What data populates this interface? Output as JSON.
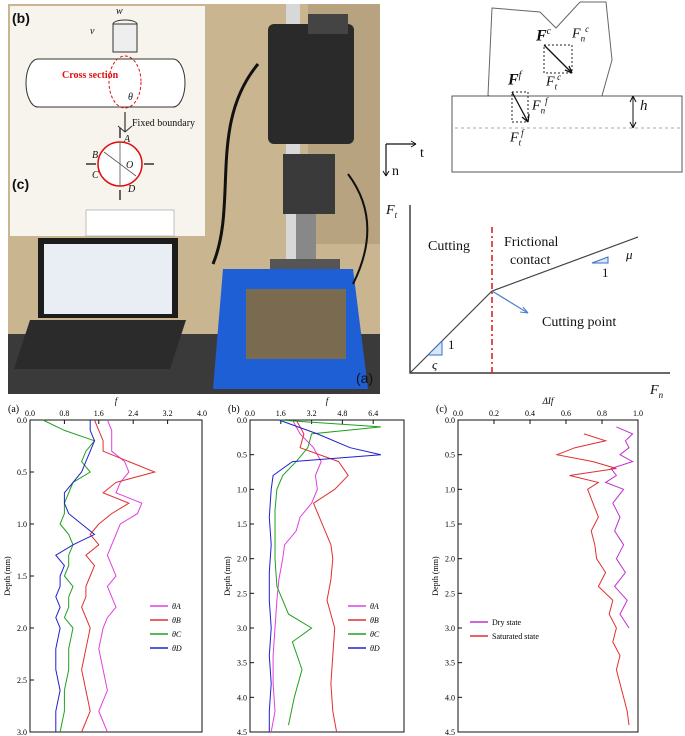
{
  "photo": {
    "panel_b_label": "(b)",
    "panel_c_label": "(c)",
    "panel_a_label": "(a)",
    "sketch": {
      "w": "w",
      "v": "v",
      "cross_section": "Cross section",
      "theta": "θ",
      "fixed_boundary": "Fixed boundary",
      "A": "A",
      "B": "B",
      "C": "C",
      "D": "D",
      "O": "O"
    }
  },
  "diagram": {
    "Fc": "F",
    "Fc_sup": "c",
    "Fnc": "F",
    "Fnc_sub": "n",
    "Fnc_sup": "c",
    "Ftc": "F",
    "Ftc_sub": "t",
    "Ftc_sup": "c",
    "Ff": "F",
    "Ff_sup": "f",
    "Fnf": "F",
    "Fnf_sub": "n",
    "Fnf_sup": "f",
    "Ftf": "F",
    "Ftf_sub": "t",
    "Ftf_sup": "f",
    "h": "h",
    "t_axis": "t",
    "n_axis": "n"
  },
  "force_plot": {
    "ylabel": "F",
    "ylabel_sub": "t",
    "xlabel": "F",
    "xlabel_sub": "n",
    "cutting": "Cutting",
    "frictional_1": "Frictional",
    "frictional_2": "contact",
    "cutting_point": "Cutting point",
    "mu": "μ",
    "one_a": "1",
    "one_b": "1",
    "varsigma": "ς",
    "panel_label": "(a)"
  },
  "chart_data": [
    {
      "panel": "(a)",
      "type": "line",
      "xlabel": "f",
      "ylabel": "Depth (mm)",
      "xlim": [
        0,
        4.0
      ],
      "ylim": [
        0,
        3.0
      ],
      "xticks": [
        "0.0",
        "0.8",
        "1.6",
        "2.4",
        "3.2",
        "4.0"
      ],
      "yticks": [
        "0.0",
        "0.5",
        "1.0",
        "1.5",
        "2.0",
        "2.5",
        "3.0"
      ],
      "series": [
        {
          "name": "θA",
          "color": "#e040e0",
          "depth": [
            0,
            0.1,
            0.2,
            0.3,
            0.4,
            0.5,
            0.6,
            0.7,
            0.8,
            0.9,
            1.0,
            1.1,
            1.2,
            1.3,
            1.4,
            1.5,
            1.6,
            1.7,
            1.8,
            1.9,
            2.0,
            2.2,
            2.4,
            2.6,
            2.8,
            3.0
          ],
          "values": [
            1.8,
            1.9,
            1.9,
            1.9,
            2.2,
            2.3,
            2.1,
            2.0,
            2.6,
            2.5,
            2.1,
            2.0,
            1.9,
            1.8,
            1.9,
            2.0,
            1.8,
            1.9,
            2.0,
            1.8,
            1.7,
            1.6,
            1.7,
            1.8,
            1.6,
            1.8
          ]
        },
        {
          "name": "θB",
          "color": "#e03030",
          "depth": [
            0,
            0.1,
            0.2,
            0.3,
            0.4,
            0.5,
            0.6,
            0.7,
            0.8,
            0.9,
            1.0,
            1.1,
            1.2,
            1.3,
            1.4,
            1.5,
            1.6,
            1.7,
            1.8,
            1.9,
            2.0,
            2.2,
            2.4,
            2.6,
            2.8,
            3.0
          ],
          "values": [
            1.5,
            1.6,
            1.7,
            1.7,
            2.3,
            2.9,
            2.0,
            1.7,
            2.3,
            1.9,
            1.6,
            1.4,
            1.6,
            1.3,
            1.5,
            1.4,
            1.3,
            1.3,
            1.2,
            1.3,
            1.4,
            1.3,
            1.2,
            1.3,
            1.4,
            1.2
          ]
        },
        {
          "name": "θC",
          "color": "#20a020",
          "depth": [
            0,
            0.1,
            0.2,
            0.3,
            0.4,
            0.5,
            0.6,
            0.7,
            0.8,
            0.9,
            1.0,
            1.1,
            1.2,
            1.3,
            1.4,
            1.5,
            1.6,
            1.7,
            1.8,
            1.9,
            2.0,
            2.2,
            2.4,
            2.6,
            2.8,
            3.0
          ],
          "values": [
            0.3,
            0.8,
            1.5,
            1.3,
            1.2,
            1.4,
            1.0,
            0.9,
            0.8,
            0.8,
            0.7,
            0.9,
            1.0,
            0.9,
            0.9,
            0.8,
            1.0,
            0.9,
            0.9,
            0.8,
            1.0,
            0.9,
            0.9,
            0.8,
            0.8,
            0.7
          ]
        },
        {
          "name": "θD",
          "color": "#2020d0",
          "depth": [
            0,
            0.1,
            0.2,
            0.3,
            0.4,
            0.5,
            0.6,
            0.7,
            0.8,
            0.9,
            1.0,
            1.1,
            1.2,
            1.3,
            1.4,
            1.5,
            1.6,
            1.7,
            1.8,
            1.9,
            2.0,
            2.2,
            2.4,
            2.6,
            2.8,
            3.0
          ],
          "values": [
            1.4,
            1.4,
            1.5,
            1.4,
            1.3,
            1.2,
            1.0,
            0.8,
            0.8,
            0.9,
            1.2,
            1.5,
            1.0,
            0.6,
            0.8,
            0.7,
            0.7,
            0.6,
            0.7,
            0.6,
            0.7,
            0.6,
            0.6,
            0.7,
            0.6,
            0.6
          ]
        }
      ]
    },
    {
      "panel": "(b)",
      "type": "line",
      "xlabel": "f",
      "ylabel": "Depth (mm)",
      "xlim": [
        0,
        8.0
      ],
      "ylim": [
        0,
        4.5
      ],
      "xticks": [
        "0.0",
        "1.6",
        "3.2",
        "4.8",
        "6.4"
      ],
      "yticks": [
        "0.0",
        "0.5",
        "1.0",
        "1.5",
        "2.0",
        "2.5",
        "3.0",
        "3.5",
        "4.0",
        "4.5"
      ],
      "series": [
        {
          "name": "θA",
          "color": "#e040e0",
          "depth": [
            0,
            0.2,
            0.4,
            0.6,
            0.8,
            1.0,
            1.2,
            1.4,
            1.6,
            1.8,
            2.0,
            2.3,
            2.6,
            3.0,
            3.4,
            3.8,
            4.2,
            4.5
          ],
          "values": [
            2.2,
            2.6,
            3.3,
            3.7,
            3.4,
            3.5,
            3.2,
            2.6,
            2.4,
            1.8,
            1.7,
            1.5,
            1.4,
            1.3,
            1.2,
            1.2,
            1.3,
            1.1
          ]
        },
        {
          "name": "θB",
          "color": "#e03030",
          "depth": [
            0,
            0.2,
            0.4,
            0.6,
            0.8,
            1.0,
            1.2,
            1.4,
            1.6,
            1.8,
            2.0,
            2.3,
            2.6,
            3.0,
            3.4,
            3.8,
            4.2,
            4.5
          ],
          "values": [
            2.4,
            2.8,
            2.6,
            4.6,
            5.1,
            4.4,
            3.3,
            3.6,
            3.9,
            4.2,
            4.3,
            4.2,
            4.0,
            4.4,
            4.3,
            4.2,
            4.3,
            4.5
          ]
        },
        {
          "name": "θC",
          "color": "#20a020",
          "depth": [
            0,
            0.1,
            0.2,
            0.4,
            0.6,
            0.8,
            1.0,
            1.3,
            1.6,
            2.0,
            2.4,
            2.8,
            3.0,
            3.2,
            3.6,
            4.0,
            4.4
          ],
          "values": [
            1.5,
            6.8,
            3.2,
            3.0,
            2.4,
            1.7,
            1.4,
            1.3,
            1.3,
            1.3,
            1.4,
            2.0,
            3.2,
            2.2,
            2.7,
            2.3,
            2.0
          ]
        },
        {
          "name": "θD",
          "color": "#2020d0",
          "depth": [
            0,
            0.2,
            0.4,
            0.5,
            0.6,
            0.8,
            1.0,
            1.4,
            1.8,
            2.2,
            2.6,
            3.0,
            3.4,
            3.8,
            4.2,
            4.5
          ],
          "values": [
            1.5,
            3.5,
            5.2,
            6.8,
            2.2,
            1.2,
            1.1,
            1.0,
            1.1,
            1.0,
            1.0,
            1.1,
            1.0,
            1.1,
            1.0,
            1.0
          ]
        }
      ]
    },
    {
      "panel": "(c)",
      "type": "line",
      "xlabel": "ΔI",
      "xlabel_sub": "f",
      "ylabel": "Depth (mm)",
      "xlim": [
        0,
        1.0
      ],
      "ylim": [
        0,
        4.5
      ],
      "xticks": [
        "0.0",
        "0.2",
        "0.4",
        "0.6",
        "0.8",
        "1.0"
      ],
      "yticks": [
        "0.0",
        "0.5",
        "1.0",
        "1.5",
        "2.0",
        "2.5",
        "3.0",
        "3.5",
        "4.0",
        "4.5"
      ],
      "series": [
        {
          "name": "Dry state",
          "color": "#c030d0",
          "depth": [
            0.1,
            0.2,
            0.3,
            0.4,
            0.5,
            0.6,
            0.7,
            0.8,
            0.9,
            1.0,
            1.2,
            1.4,
            1.6,
            1.8,
            2.0,
            2.2,
            2.4,
            2.6,
            2.8,
            3.0
          ],
          "values": [
            0.88,
            0.97,
            0.93,
            0.95,
            0.9,
            0.97,
            0.85,
            0.88,
            0.82,
            0.92,
            0.86,
            0.9,
            0.87,
            0.92,
            0.88,
            0.93,
            0.87,
            0.94,
            0.9,
            0.95
          ]
        },
        {
          "name": "Saturated state",
          "color": "#e03030",
          "depth": [
            0.2,
            0.3,
            0.4,
            0.5,
            0.6,
            0.7,
            0.8,
            0.9,
            1.0,
            1.2,
            1.4,
            1.6,
            1.8,
            2.0,
            2.2,
            2.4,
            2.6,
            2.8,
            3.0,
            3.2,
            3.4,
            3.6,
            3.8,
            4.0,
            4.2,
            4.4
          ],
          "values": [
            0.7,
            0.82,
            0.65,
            0.55,
            0.75,
            0.88,
            0.62,
            0.78,
            0.72,
            0.75,
            0.78,
            0.74,
            0.76,
            0.77,
            0.82,
            0.78,
            0.86,
            0.84,
            0.88,
            0.86,
            0.9,
            0.88,
            0.9,
            0.92,
            0.94,
            0.95
          ]
        }
      ]
    }
  ]
}
